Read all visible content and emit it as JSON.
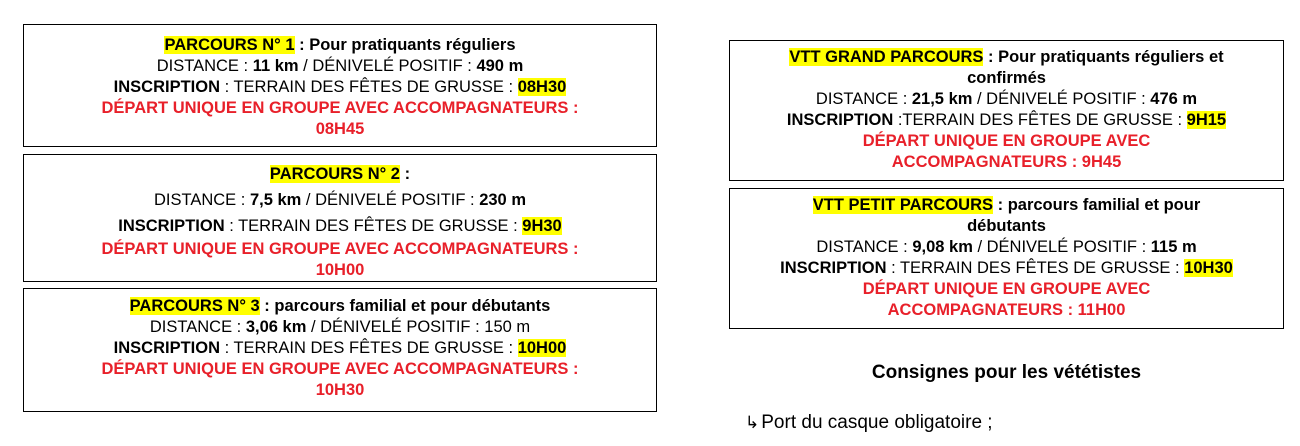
{
  "courses": [
    {
      "name": "PARCOURS N° 1",
      "subtitle": " : Pour pratiquants réguliers",
      "distance_label": "DISTANCE : ",
      "distance": " 11 km",
      "elevation_label": " / DÉNIVELÉ POSITIF : ",
      "elevation": "490 m",
      "inscription_label": "INSCRIPTION",
      "inscription_place": " : TERRAIN DES FÊTES DE GRUSSE : ",
      "inscription_time": "08H30",
      "departure_line1": "DÉPART UNIQUE EN GROUPE AVEC ACCOMPAGNATEURS :",
      "departure_line2": "08H45"
    },
    {
      "name": "PARCOURS N° 2",
      "subtitle": " :",
      "distance_label": "DISTANCE : ",
      "distance": "7,5 km",
      "elevation_label": " / DÉNIVELÉ POSITIF : ",
      "elevation": "230 m",
      "inscription_label": "INSCRIPTION",
      "inscription_place": " : TERRAIN DES FÊTES DE GRUSSE : ",
      "inscription_time": "9H30",
      "departure_line1": "DÉPART UNIQUE EN GROUPE AVEC ACCOMPAGNATEURS :",
      "departure_line2": "10H00"
    },
    {
      "name": "PARCOURS N° 3",
      "subtitle": " : parcours familial et pour débutants",
      "distance_label": "DISTANCE : ",
      "distance": "3,06 km",
      "elevation_label": " / DÉNIVELÉ POSITIF : ",
      "elevation": "150 m",
      "inscription_label": "INSCRIPTION",
      "inscription_place": " : TERRAIN DES FÊTES DE GRUSSE : ",
      "inscription_time": "10H00",
      "departure_line1": "DÉPART UNIQUE EN GROUPE AVEC ACCOMPAGNATEURS :",
      "departure_line2": "10H30"
    },
    {
      "name": "VTT GRAND PARCOURS",
      "subtitle_line1": " : Pour pratiquants réguliers et",
      "subtitle_line2": "confirmés",
      "distance_label": "DISTANCE : ",
      "distance": "21,5 km",
      "elevation_label": " / DÉNIVELÉ POSITIF : ",
      "elevation": "476 m",
      "inscription_label": "INSCRIPTION",
      "inscription_place": " :TERRAIN DES FÊTES DE GRUSSE : ",
      "inscription_time": "9H15",
      "departure_line1": "DÉPART UNIQUE EN GROUPE AVEC",
      "departure_line2": "ACCOMPAGNATEURS : 9H45"
    },
    {
      "name": "VTT PETIT PARCOURS",
      "subtitle_line1": " : parcours familial et pour",
      "subtitle_line2": "débutants",
      "distance_label": "DISTANCE : ",
      "distance": "9,08 km",
      "elevation_label": " / DÉNIVELÉ POSITIF : ",
      "elevation": "115 m",
      "inscription_label": "INSCRIPTION",
      "inscription_place": " : TERRAIN DES FÊTES DE GRUSSE : ",
      "inscription_time": "10H30",
      "departure_line1": "DÉPART UNIQUE EN GROUPE AVEC",
      "departure_line2": "ACCOMPAGNATEURS : 11H00"
    }
  ],
  "instructions": {
    "heading": "Consignes pour les vététistes",
    "bullet_icon": "↳",
    "items": [
      "Port du casque obligatoire ;"
    ]
  },
  "colors": {
    "highlight": "#ffff00",
    "departure_red": "#e8202a"
  }
}
